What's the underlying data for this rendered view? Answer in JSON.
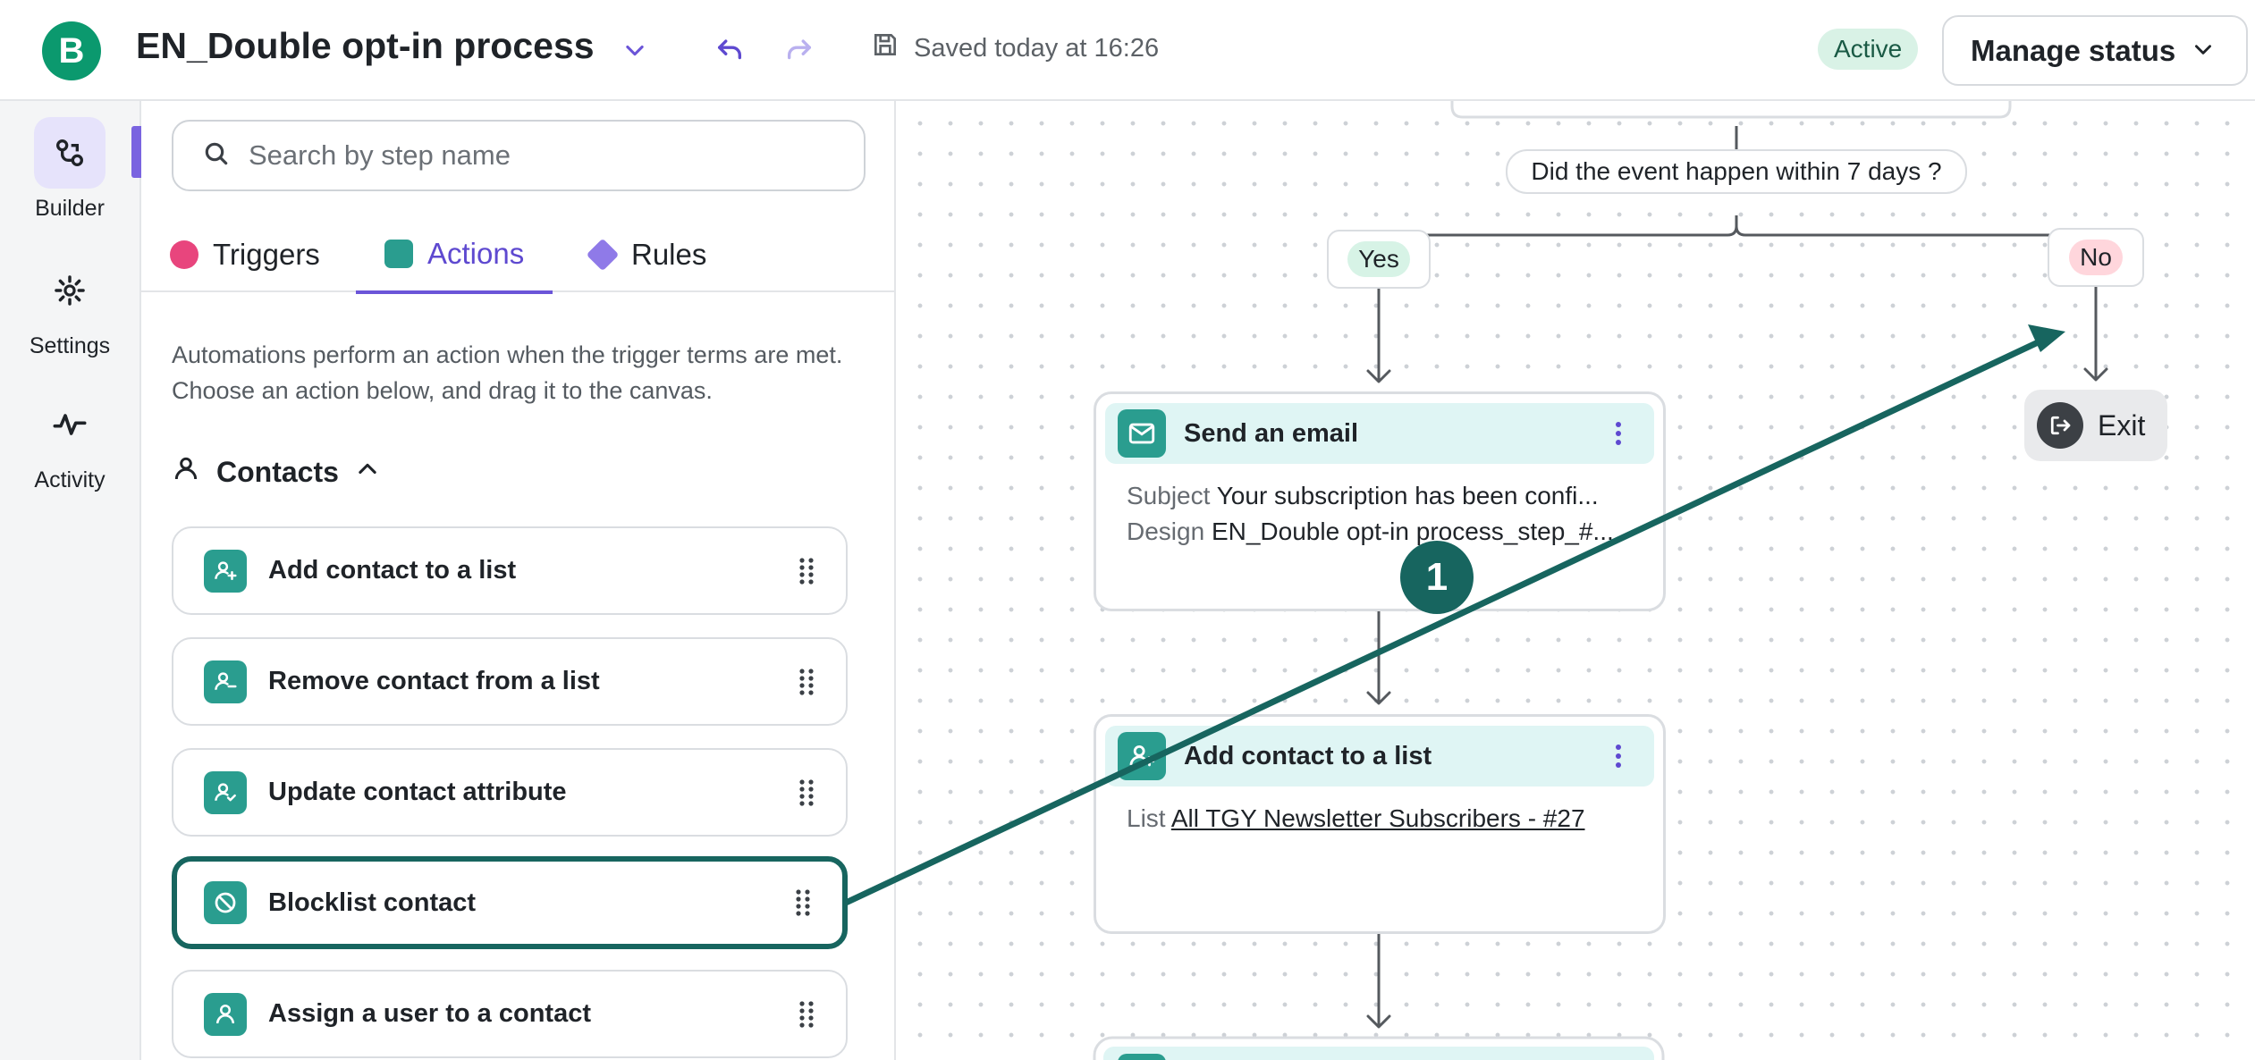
{
  "header": {
    "logo_letter": "B",
    "title": "EN_Double opt-in process",
    "saved_text": "Saved today at 16:26",
    "status_badge": "Active",
    "manage_status_label": "Manage status"
  },
  "rail": {
    "items": [
      {
        "label": "Builder",
        "icon": "builder-icon",
        "active": true
      },
      {
        "label": "Settings",
        "icon": "gear-icon",
        "active": false
      },
      {
        "label": "Activity",
        "icon": "activity-icon",
        "active": false
      }
    ]
  },
  "panel": {
    "search": {
      "placeholder": "Search by step name",
      "value": ""
    },
    "tabs": [
      {
        "label": "Triggers",
        "active": false
      },
      {
        "label": "Actions",
        "active": true
      },
      {
        "label": "Rules",
        "active": false
      }
    ],
    "description": "Automations perform an action when the trigger terms are met. Choose an action below, and drag it to the canvas.",
    "section": {
      "label": "Contacts",
      "expanded": true
    },
    "actions": [
      {
        "label": "Add contact to a list",
        "icon": "user-plus-icon"
      },
      {
        "label": "Remove contact from a list",
        "icon": "user-minus-icon"
      },
      {
        "label": "Update contact attribute",
        "icon": "user-check-icon"
      },
      {
        "label": "Blocklist contact",
        "icon": "block-icon",
        "highlighted": true
      },
      {
        "label": "Assign a user to a contact",
        "icon": "user-icon"
      }
    ]
  },
  "canvas": {
    "condition": "Did the event happen within 7 days ?",
    "branch_yes": "Yes",
    "branch_no": "No",
    "nodes": [
      {
        "title": "Send an email",
        "icon": "mail-icon",
        "fields": [
          {
            "key": "Subject",
            "value": "Your subscription has been confi..."
          },
          {
            "key": "Design",
            "value": "EN_Double opt-in process_step_#..."
          }
        ]
      },
      {
        "title": "Add contact to a list",
        "icon": "user-plus-icon",
        "fields": [
          {
            "key": "List",
            "value": "All TGY Newsletter Subscribers - #27"
          }
        ]
      }
    ],
    "exit_label": "Exit"
  },
  "annotation": {
    "step_number": "1",
    "color": "#17655f"
  },
  "colors": {
    "brand": "#0b996e",
    "action_teal": "#2a9d8f",
    "tab_accent": "#6b55d8",
    "trigger_pink": "#e8457d",
    "rule_purple": "#8f7ae8"
  }
}
